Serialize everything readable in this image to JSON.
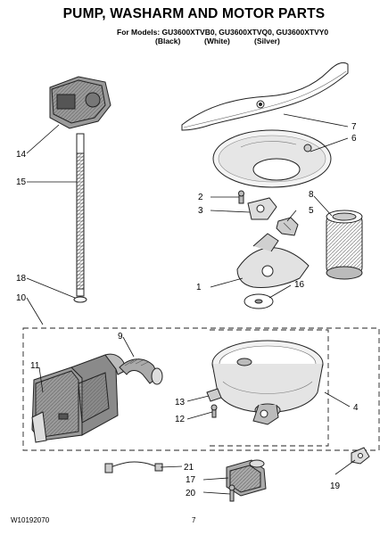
{
  "header": {
    "title": "PUMP, WASHARM AND MOTOR PARTS",
    "models_line": "For Models: GU3600XTVB0, GU3600XTVQ0, GU3600XTVY0",
    "colors": [
      "(Black)",
      "(White)",
      "(Silver)"
    ]
  },
  "callouts": [
    "1",
    "2",
    "3",
    "4",
    "5",
    "6",
    "7",
    "8",
    "9",
    "10",
    "11",
    "12",
    "13",
    "14",
    "15",
    "16",
    "17",
    "18",
    "19",
    "20",
    "21"
  ],
  "footer": {
    "doc_number": "W10192070",
    "page_number": "7"
  }
}
